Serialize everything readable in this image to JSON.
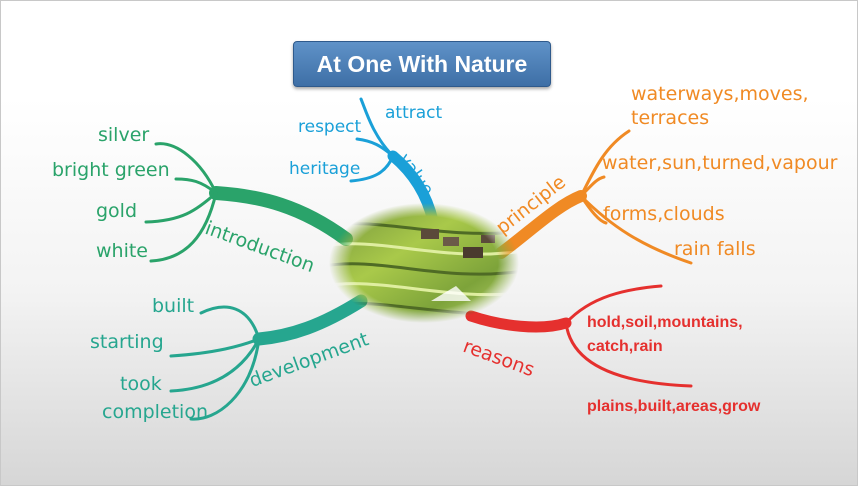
{
  "title": "At One With Nature",
  "branches": {
    "introduction": {
      "label": "introduction",
      "color": "#2aa36a",
      "items": [
        "silver",
        "bright green",
        "gold",
        "white"
      ]
    },
    "development": {
      "label": "development",
      "color": "#26a68f",
      "items": [
        "built",
        "starting",
        "took",
        "completion"
      ]
    },
    "value": {
      "label": "value",
      "color": "#1aa0d8",
      "items": [
        "attract",
        "respect",
        "heritage"
      ]
    },
    "principle": {
      "label": "principle",
      "color": "#f08a24",
      "items": [
        "waterways,moves,",
        "terraces",
        "water,sun,turned,vapour",
        "forms,clouds",
        "rain falls"
      ]
    },
    "reasons": {
      "label": "reasons",
      "color": "#e5302e",
      "items": [
        "hold,soil,mountains,",
        "catch,rain",
        "plains,built,areas,grow"
      ]
    }
  }
}
